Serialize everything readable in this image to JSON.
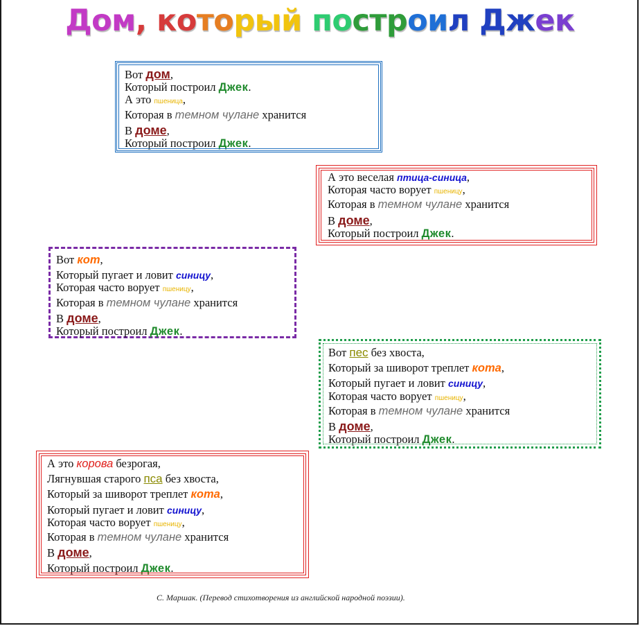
{
  "title": "Дом, который построил Джек",
  "title_colors": [
    "#c23ac5",
    "#d63b3b",
    "#e67e22",
    "#f1c40f",
    "#2ecc71",
    "#2f9c3a",
    "#1f6fd6",
    "#2040c0",
    "#7a3fd0"
  ],
  "stanzas": [
    {
      "lines": [
        [
          "Вот ",
          "дом",
          ","
        ],
        [
          "Который построил ",
          "Джек",
          "."
        ],
        [
          "А это ",
          "пшеница",
          ","
        ],
        [
          "Которая в ",
          "темном чулане",
          " хранится"
        ],
        [
          "В ",
          "доме",
          ","
        ],
        [
          "Который построил ",
          "Джек",
          "."
        ]
      ]
    },
    {
      "lines": [
        [
          "А это веселая ",
          "птица-синица",
          ","
        ],
        [
          "Которая часто ворует ",
          "пшеницу",
          ","
        ],
        [
          "Которая в ",
          "темном чулане",
          " хранится"
        ],
        [
          "В ",
          "доме",
          ","
        ],
        [
          "Который построил ",
          "Джек",
          "."
        ]
      ]
    },
    {
      "lines": [
        [
          "Вот ",
          "кот",
          ","
        ],
        [
          "Который пугает и ловит ",
          "синицу",
          ","
        ],
        [
          "Которая часто ворует ",
          "пшеницу",
          ","
        ],
        [
          "Которая в ",
          "темном чулане",
          " хранится"
        ],
        [
          "В ",
          "доме",
          ","
        ],
        [
          "Который построил ",
          "Джек",
          "."
        ]
      ]
    },
    {
      "lines": [
        [
          "Вот ",
          "пес",
          " без хвоста,"
        ],
        [
          "Который за шиворот треплет ",
          "кота",
          ","
        ],
        [
          "Который пугает и ловит ",
          "синицу",
          ","
        ],
        [
          "Которая часто ворует ",
          "пшеницу",
          ","
        ],
        [
          "Которая в ",
          "темном чулане",
          " хранится"
        ],
        [
          "В ",
          "доме",
          ","
        ],
        [
          "Который построил ",
          "Джек",
          "."
        ]
      ]
    },
    {
      "lines": [
        [
          "А это ",
          "корова",
          " безрогая,"
        ],
        [
          "Лягнувшая старого ",
          "пса",
          " без хвоста,"
        ],
        [
          "Который за шиворот треплет ",
          "кота",
          ","
        ],
        [
          "Который пугает и ловит ",
          "синицу",
          ","
        ],
        [
          "Которая часто ворует ",
          "пшеницу",
          ","
        ],
        [
          "Которая в ",
          "темном чулане",
          " хранится"
        ],
        [
          "В ",
          "доме",
          ","
        ],
        [
          "Который построил ",
          "Джек",
          "."
        ]
      ]
    }
  ],
  "credit": "С. Маршак. (Перевод стихотворения из английской народной поэзии)."
}
